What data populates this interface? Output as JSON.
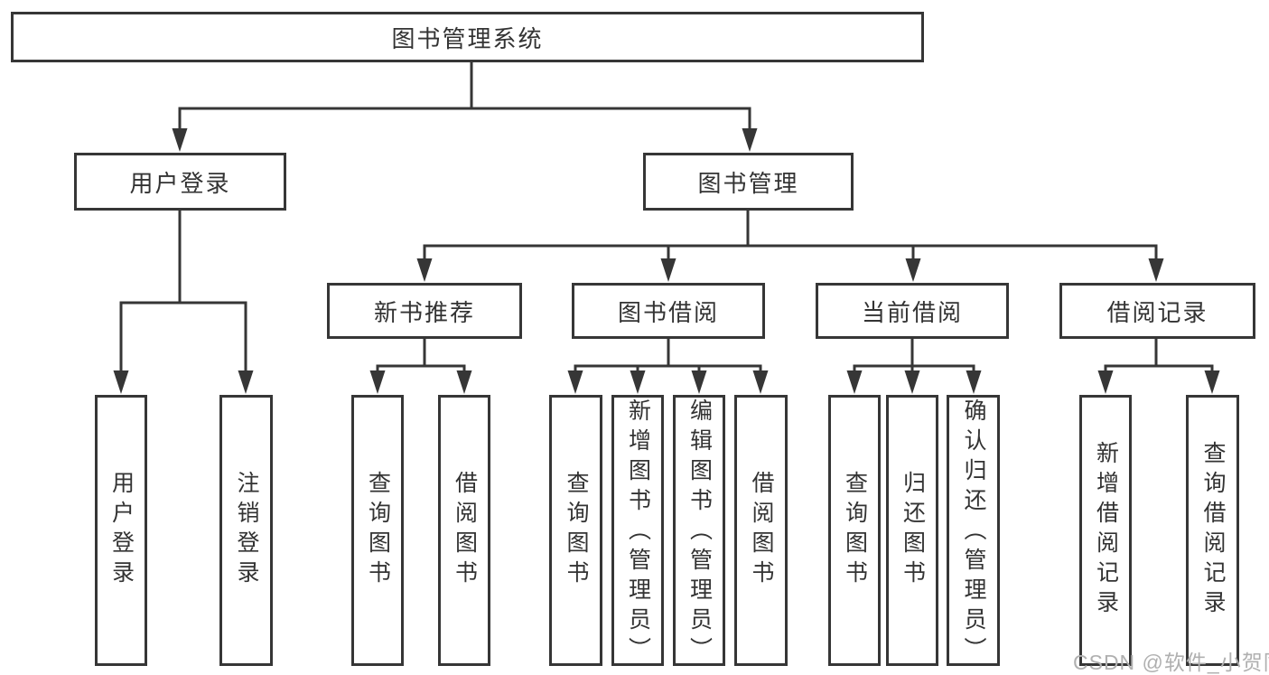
{
  "diagram_title": "图书管理系统",
  "tree": {
    "label": "图书管理系统",
    "children": [
      {
        "label": "用户登录",
        "children": [
          {
            "label": "用户登录"
          },
          {
            "label": "注销登录"
          }
        ]
      },
      {
        "label": "图书管理",
        "children": [
          {
            "label": "新书推荐",
            "children": [
              {
                "label": "查询图书"
              },
              {
                "label": "借阅图书"
              }
            ]
          },
          {
            "label": "图书借阅",
            "children": [
              {
                "label": "查询图书"
              },
              {
                "label": "新增图书（管理员）"
              },
              {
                "label": "编辑图书（管理员）"
              },
              {
                "label": "借阅图书"
              }
            ]
          },
          {
            "label": "当前借阅",
            "children": [
              {
                "label": "查询图书"
              },
              {
                "label": "归还图书"
              },
              {
                "label": "确认归还（管理员）"
              }
            ]
          },
          {
            "label": "借阅记录",
            "children": [
              {
                "label": "新增借阅记录"
              },
              {
                "label": "查询借阅记录"
              }
            ]
          }
        ]
      }
    ]
  },
  "watermark": "CSDN @软件_小贺同学",
  "colors": {
    "background": "#ffffff",
    "box_border": "#363636",
    "connector_line": "#363636",
    "text": "#333333",
    "watermark_text": "#b0b0b0"
  }
}
